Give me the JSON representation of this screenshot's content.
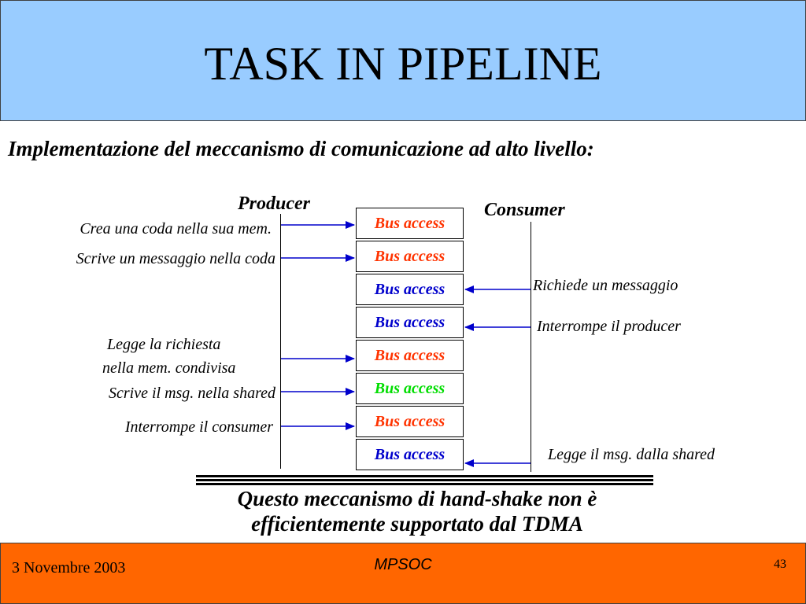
{
  "title": "TASK IN PIPELINE",
  "subtitle": "Implementazione del meccanismo di comunicazione ad alto livello:",
  "producer_label": "Producer",
  "consumer_label": "Consumer",
  "bus_accesses": [
    {
      "label": "Bus access",
      "color": "#ff3300"
    },
    {
      "label": "Bus access",
      "color": "#ff3300"
    },
    {
      "label": "Bus access",
      "color": "#0000cc"
    },
    {
      "label": "Bus access",
      "color": "#0000cc"
    },
    {
      "label": "Bus access",
      "color": "#ff3300"
    },
    {
      "label": "Bus access",
      "color": "#00dd00"
    },
    {
      "label": "Bus access",
      "color": "#ff3300"
    },
    {
      "label": "Bus access",
      "color": "#0000cc"
    }
  ],
  "producer_steps": [
    "Crea una coda nella sua mem.",
    "Scrive un messaggio nella coda",
    "Legge la richiesta",
    "nella mem. condivisa",
    "Scrive il msg. nella shared",
    "Interrompe il consumer"
  ],
  "consumer_steps": [
    "Richiede un messaggio",
    "Interrompe il producer",
    "Legge il msg. dalla shared"
  ],
  "note_line1": "Questo meccanismo di hand-shake non è",
  "note_line2": "efficientemente supportato dal TDMA",
  "footer": {
    "date": "3 Novembre 2003",
    "center": "MPSOC",
    "page": "43"
  },
  "colors": {
    "title_bg": "#99ccff",
    "footer_bg": "#ff6600",
    "arrow": "#0000cc"
  }
}
